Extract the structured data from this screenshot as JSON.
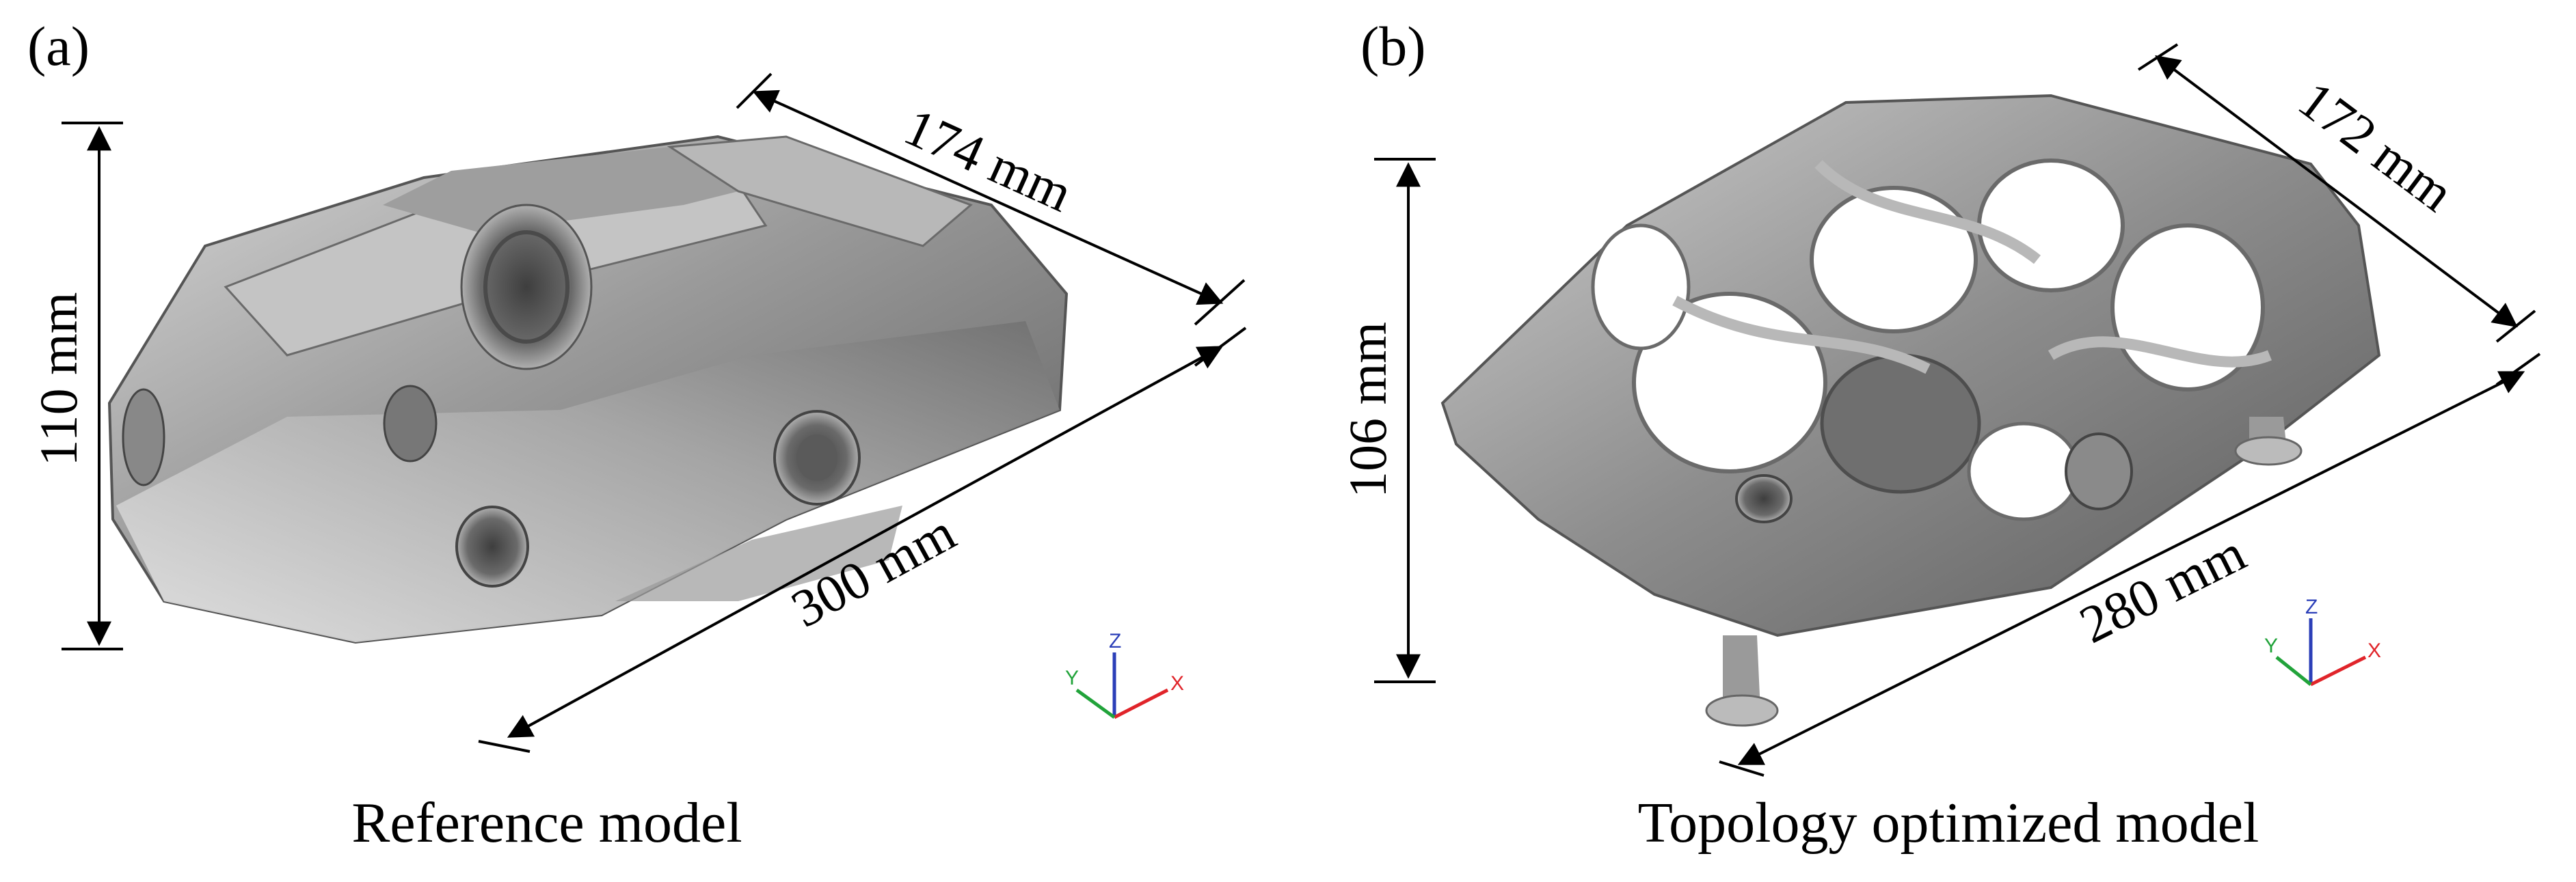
{
  "panels": [
    {
      "id": "a",
      "panel_label": "(a)",
      "caption": "Reference model",
      "dimensions": {
        "height": "110 mm",
        "depth": "174 mm",
        "length": "300 mm"
      },
      "axes": {
        "x": "X",
        "y": "Y",
        "z": "Z"
      }
    },
    {
      "id": "b",
      "panel_label": "(b)",
      "caption": "Topology optimized model",
      "dimensions": {
        "height": "106 mm",
        "depth": "172 mm",
        "length": "280 mm"
      },
      "axes": {
        "x": "X",
        "y": "Y",
        "z": "Z"
      }
    }
  ],
  "colors": {
    "x_axis": "#e0242a",
    "y_axis": "#21a33a",
    "z_axis": "#2b3fb8",
    "model_gray": "#8c8c8c"
  }
}
